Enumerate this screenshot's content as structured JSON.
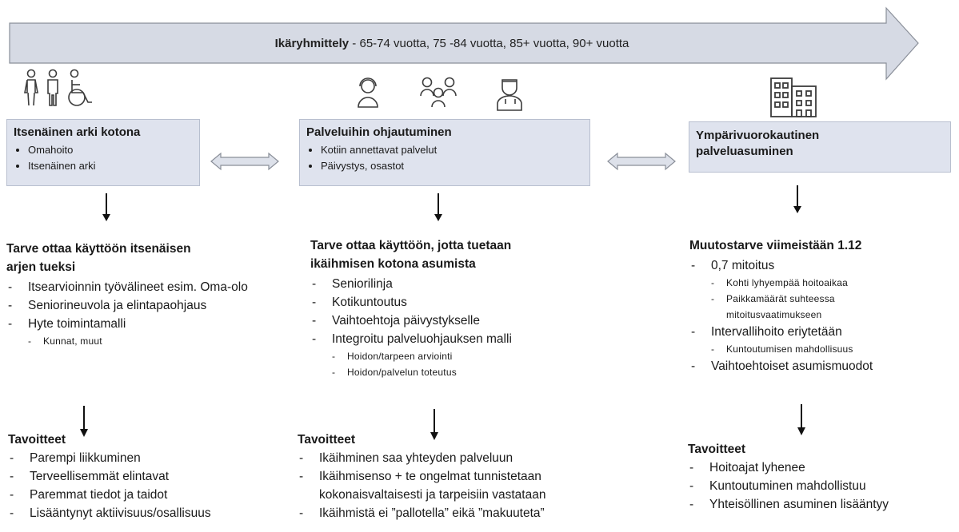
{
  "banner": {
    "title": "Ikäryhmittely",
    "separator": " - ",
    "groups": "65-74 vuotta, 75 -84 vuotta, 85+ vuotta, 90+ vuotta"
  },
  "icons": {
    "left": [
      "female-person-icon",
      "male-person-icon",
      "wheelchair-icon"
    ],
    "middle": [
      "headset-agent-icon",
      "group-icon",
      "doctor-icon"
    ],
    "right": "building-icon"
  },
  "columns": [
    {
      "box_title": "Itsenäinen arki kotona",
      "box_bullets": [
        "Omahoito",
        "Itsenäinen arki"
      ],
      "heading_line1": "Tarve ottaa käyttöön itsenäisen",
      "heading_line2": "arjen tueksi",
      "items": [
        {
          "text": "Itsearvioinnin työvälineet esim. Oma-olo",
          "sub": []
        },
        {
          "text": "Seniorineuvola ja elintapaohjaus",
          "sub": []
        },
        {
          "text": "Hyte toimintamalli",
          "sub": [
            "Kunnat, muut"
          ]
        }
      ],
      "goals_title": "Tavoitteet",
      "goals": [
        "Parempi liikkuminen",
        "Terveellisemmät elintavat",
        "Paremmat tiedot ja taidot",
        "Lisääntynyt aktiivisuus/osallisuus"
      ]
    },
    {
      "box_title": "Palveluihin ohjautuminen",
      "box_bullets": [
        "Kotiin annettavat palvelut",
        "Päivystys, osastot"
      ],
      "heading_line1": "Tarve ottaa käyttöön, jotta tuetaan",
      "heading_line2": "ikäihmisen kotona asumista",
      "items": [
        {
          "text": "Seniorilinja",
          "sub": []
        },
        {
          "text": "Kotikuntoutus",
          "sub": []
        },
        {
          "text": "Vaihtoehtoja päivystykselle",
          "sub": []
        },
        {
          "text": "Integroitu palveluohjauksen malli",
          "sub": [
            "Hoidon/tarpeen arviointi",
            "Hoidon/palvelun toteutus"
          ]
        }
      ],
      "goals_title": "Tavoitteet",
      "goals": [
        "Ikäihminen saa yhteyden palveluun",
        "Ikäihmisenso + te ongelmat tunnistetaan kokonaisvaltaisesti ja tarpeisiin vastataan",
        "Ikäihmistä ei ”pallotella” eikä ”makuuteta”"
      ]
    },
    {
      "box_title": "Ympärivuorokautinen palveluasuminen",
      "box_bullets": [],
      "heading_line1": "Muutostarve viimeistään 1.12",
      "heading_line2": "",
      "items": [
        {
          "text": "0,7 mitoitus",
          "sub": [
            "Kohti lyhyempää hoitoaikaa",
            "Paikkamäärät suhteessa mitoitusvaatimukseen"
          ]
        },
        {
          "text": "Intervallihoito eriytetään",
          "sub": [
            "Kuntoutumisen mahdollisuus"
          ]
        },
        {
          "text": "Vaihtoehtoiset asumismuodot",
          "sub": []
        }
      ],
      "goals_title": "Tavoitteet",
      "goals": [
        "Hoitoajat lyhenee",
        "Kuntoutuminen mahdollistuu",
        "Yhteisöllinen asuminen lisääntyy"
      ]
    }
  ],
  "colors": {
    "banner_fill": "#d6dae4",
    "banner_stroke": "#8a8f99",
    "box_fill": "#dfe3ee",
    "double_arrow_fill": "#dde1ea",
    "icon_stroke": "#3c3c3c"
  }
}
